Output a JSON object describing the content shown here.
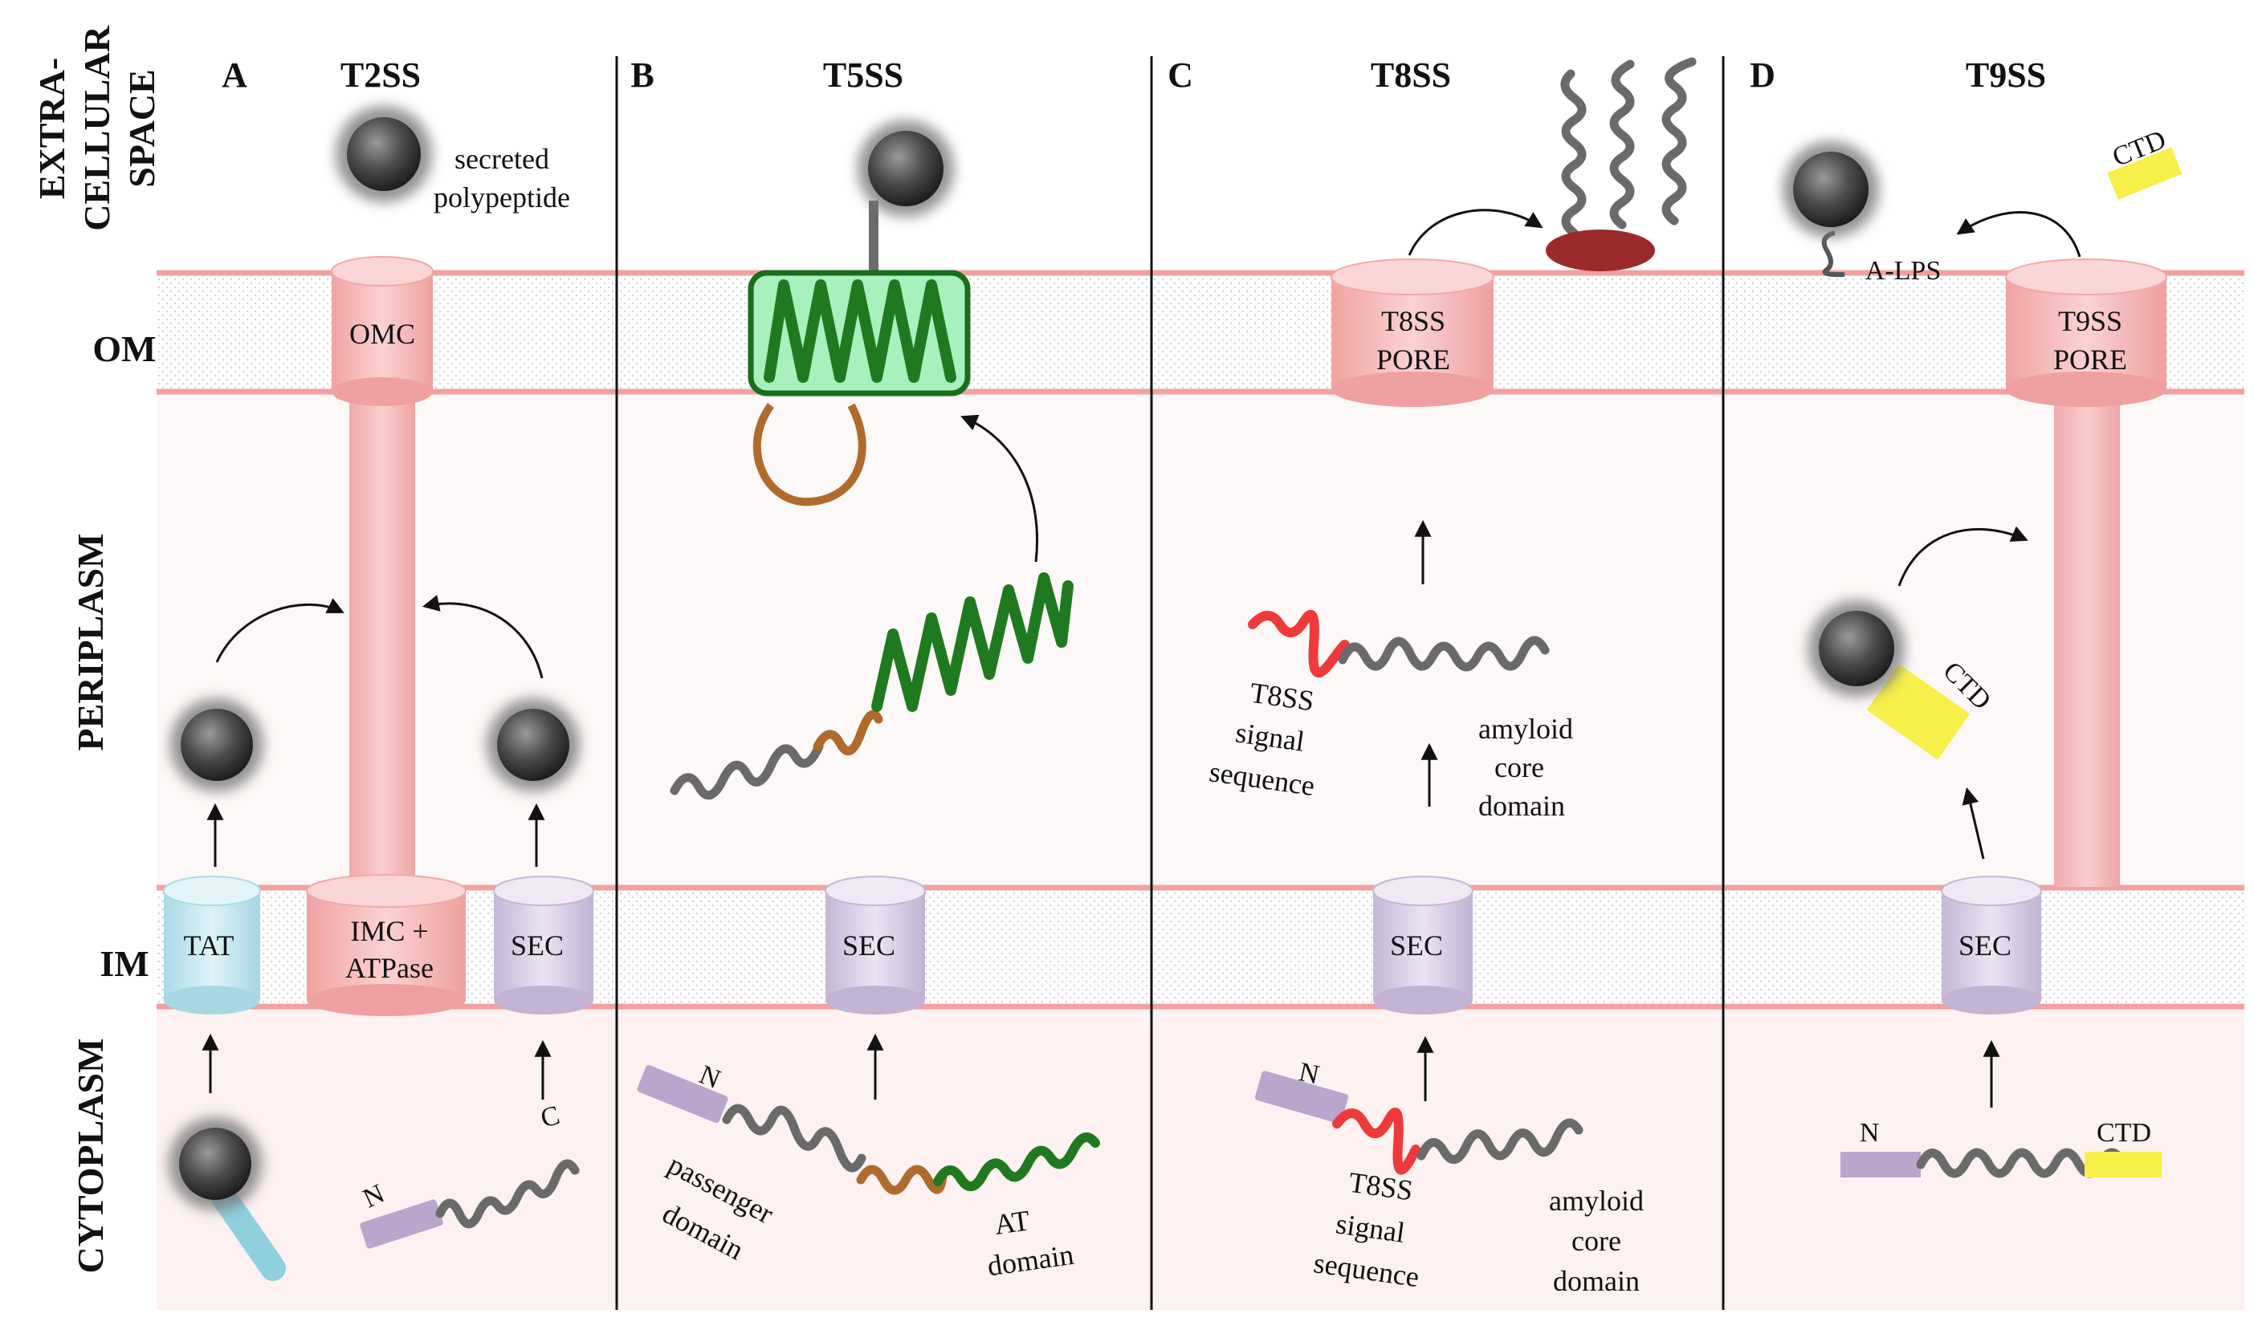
{
  "regions": {
    "extracellular_line1": "EXTRA-",
    "extracellular_line2": "CELLULAR",
    "extracellular_line3": "SPACE",
    "om": "OM",
    "periplasm": "PERIPLASM",
    "im": "IM",
    "cytoplasm": "CYTOPLASM"
  },
  "panels": [
    {
      "letter": "A",
      "title": "T2SS"
    },
    {
      "letter": "B",
      "title": "T5SS"
    },
    {
      "letter": "C",
      "title": "T8SS"
    },
    {
      "letter": "D",
      "title": "T9SS"
    }
  ],
  "panel_a": {
    "secreted_line1": "secreted",
    "secreted_line2": "polypeptide",
    "omc": "OMC",
    "tat": "TAT",
    "imc_line1": "IMC +",
    "imc_line2": "ATPase",
    "sec": "SEC",
    "n": "N",
    "c": "C"
  },
  "panel_b": {
    "sec": "SEC",
    "n": "N",
    "passenger_line1": "passenger",
    "passenger_line2": "domain",
    "at_line1": "AT",
    "at_line2": "domain"
  },
  "panel_c": {
    "pore_line1": "T8SS",
    "pore_line2": "PORE",
    "sec": "SEC",
    "n": "N",
    "peri_signal_line1": "T8SS",
    "peri_signal_line2": "signal",
    "peri_signal_line3": "sequence",
    "peri_amyloid_line1": "amyloid",
    "peri_amyloid_line2": "core",
    "peri_amyloid_line3": "domain",
    "cyto_signal_line1": "T8SS",
    "cyto_signal_line2": "signal",
    "cyto_signal_line3": "sequence",
    "cyto_amyloid_line1": "amyloid",
    "cyto_amyloid_line2": "core",
    "cyto_amyloid_line3": "domain"
  },
  "panel_d": {
    "pore_line1": "T9SS",
    "pore_line2": "PORE",
    "ctd_top": "CTD",
    "alps": "A-LPS",
    "ctd_peri": "CTD",
    "sec": "SEC",
    "n": "N",
    "ctd_cyto": "CTD"
  },
  "colors": {
    "membrane_line": "#f2a0a0",
    "periplasm_bg": "#fcf8f7",
    "cytoplasm_bg": "#fdf1f1",
    "omc_pink": "#f5b5b5",
    "tat_blue": "#bfe6ee",
    "sec_purple": "#d8cbe3",
    "signal_purple": "#b9a6cc",
    "coil_gray": "#6a6a6a",
    "coil_brown": "#b06a2a",
    "coil_green": "#1f7a1f",
    "coil_red": "#ee3a3a",
    "ctd_yellow": "#f7f04a",
    "barrel_green": "#a8f0bd",
    "plug_red": "#9c2a2a"
  }
}
